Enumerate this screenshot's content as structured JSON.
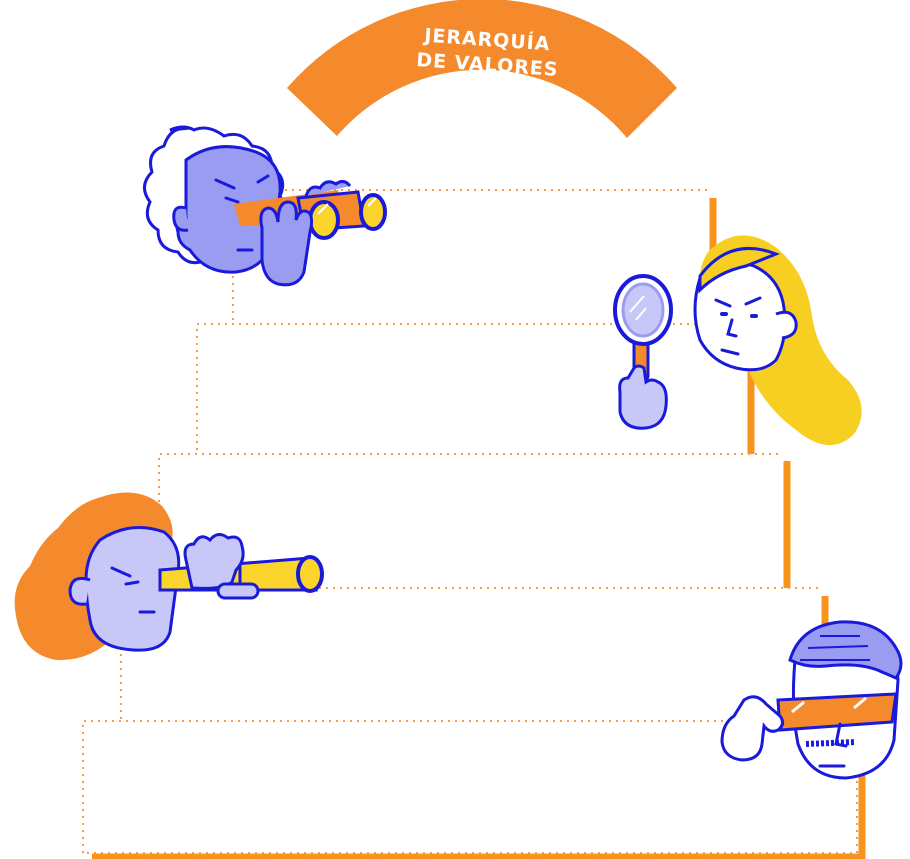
{
  "banner": {
    "line1": "JERARQUÍA",
    "line2": "DE VALORES"
  },
  "colors": {
    "accent_orange": "#f58a2c",
    "frame_orange": "#f7941d",
    "outline_blue": "#1a1adb",
    "skin_purple": "#9a9cf2",
    "skin_light": "#c7c8f7",
    "lens_yellow": "#fbd52b",
    "hair_yellow": "#f6cf22",
    "dotted_line": "#f5a040",
    "background": "#ffffff"
  },
  "steps": [
    {
      "level": 1,
      "name": "top-step"
    },
    {
      "level": 2,
      "name": "second-step"
    },
    {
      "level": 3,
      "name": "third-step"
    },
    {
      "level": 4,
      "name": "fourth-step"
    },
    {
      "level": 5,
      "name": "bottom-step"
    }
  ],
  "characters": [
    {
      "name": "curly-hair-person-binoculars",
      "tool": "binoculars-icon"
    },
    {
      "name": "blonde-woman-magnifier",
      "tool": "magnifying-glass-icon"
    },
    {
      "name": "redhead-person-spyglass",
      "tool": "spyglass-icon"
    },
    {
      "name": "man-sunglasses",
      "tool": "sunglasses-icon"
    }
  ]
}
